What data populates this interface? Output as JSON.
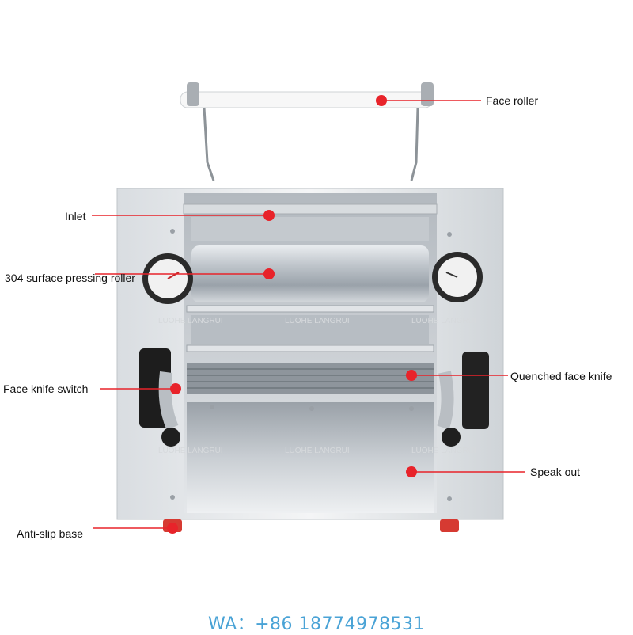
{
  "callouts": [
    {
      "name": "face-roller",
      "label": "Face roller"
    },
    {
      "name": "inlet",
      "label": "Inlet"
    },
    {
      "name": "surface-pressing-roller",
      "label": "304 surface pressing roller"
    },
    {
      "name": "quenched-face-knife",
      "label": "Quenched face knife"
    },
    {
      "name": "face-knife-switch",
      "label": "Face knife switch"
    },
    {
      "name": "speak-out",
      "label": "Speak out"
    },
    {
      "name": "anti-slip-base",
      "label": "Anti-slip base"
    }
  ],
  "watermark": "LUOHE LANGRUI",
  "contact": {
    "label": "WA：",
    "number": "+86 18774978531"
  },
  "colors": {
    "callout": "#e8232a",
    "contact": "#4aa3d6",
    "steel": "#c9ced3"
  }
}
